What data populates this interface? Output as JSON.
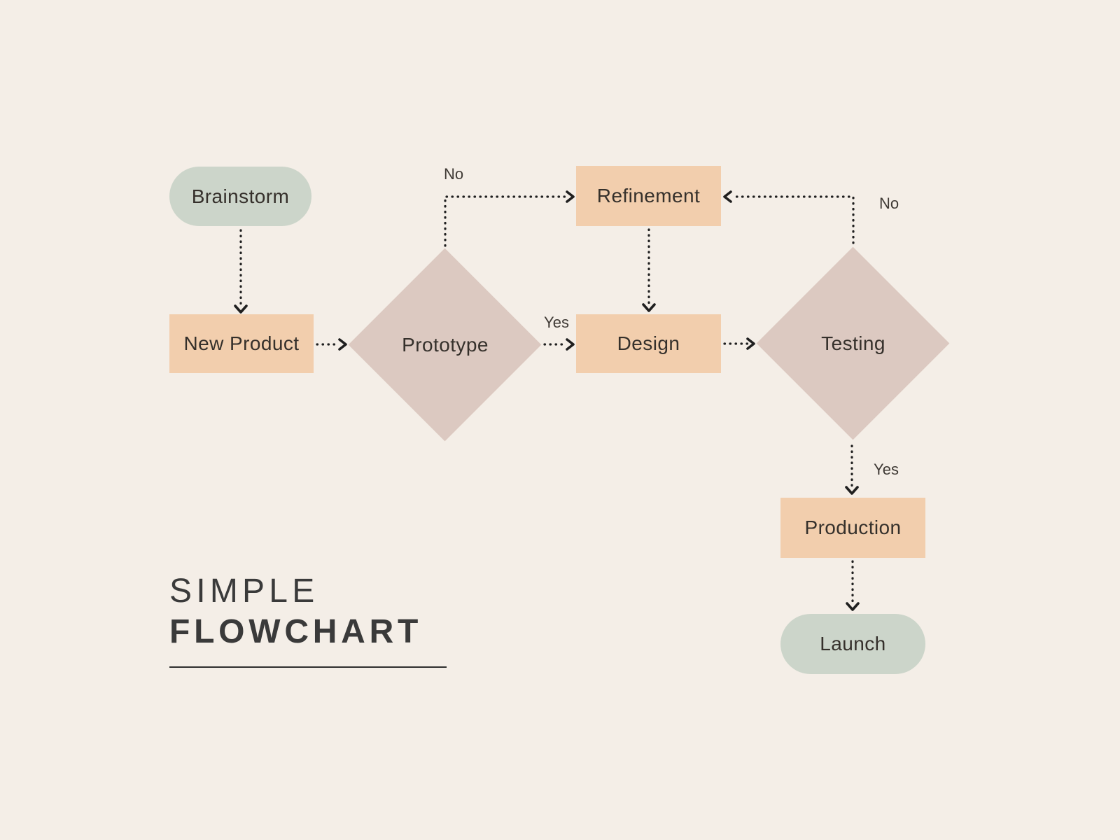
{
  "colors": {
    "background": "#f4eee7",
    "terminator-fill": "#ccd5ca",
    "process-fill": "#f2cead",
    "decision-fill": "#dcc9c1",
    "node-text": "#35302b",
    "connector": "#1f1f1f",
    "edge-label-text": "#3f3a35",
    "title-text": "#3a3a3a",
    "underline": "#2e2e2e"
  },
  "title": {
    "line1": "SIMPLE",
    "line2": "FLOWCHART"
  },
  "nodes": {
    "brainstorm": {
      "label": "Brainstorm",
      "shape": "rounded"
    },
    "new_product": {
      "label": "New Product",
      "shape": "rectangle"
    },
    "prototype": {
      "label": "Prototype",
      "shape": "diamond"
    },
    "refinement": {
      "label": "Refinement",
      "shape": "rectangle"
    },
    "design": {
      "label": "Design",
      "shape": "rectangle"
    },
    "testing": {
      "label": "Testing",
      "shape": "diamond"
    },
    "production": {
      "label": "Production",
      "shape": "rectangle"
    },
    "launch": {
      "label": "Launch",
      "shape": "rounded"
    }
  },
  "edge_labels": {
    "prototype_no": "No",
    "prototype_yes": "Yes",
    "testing_no": "No",
    "testing_yes": "Yes"
  }
}
